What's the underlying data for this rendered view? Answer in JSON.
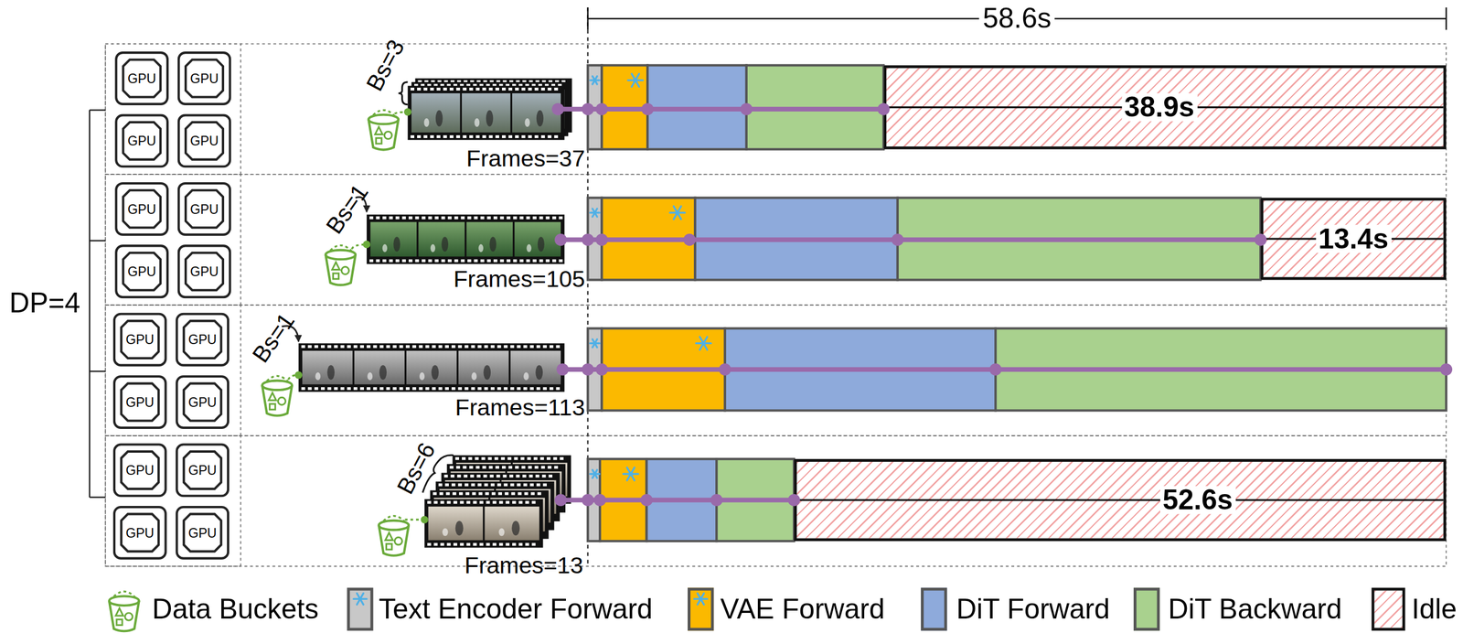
{
  "diagram": {
    "nodes": [
      {
        "text": [
          "GPU"
        ]
      },
      {
        "text": [
          "GPU"
        ]
      },
      {
        "text": [
          "GPU"
        ]
      },
      {
        "text": [
          "GPU"
        ]
      },
      {
        "text": [
          "38.9s"
        ]
      },
      {
        "text": [
          "GPU"
        ]
      },
      {
        "text": [
          "GPU"
        ]
      },
      {
        "text": [
          "GPU"
        ]
      },
      {
        "text": [
          "GPU"
        ]
      },
      {
        "text": [
          "13.4s"
        ]
      },
      {
        "text": [
          "GPU"
        ]
      },
      {
        "text": [
          "GPU"
        ]
      },
      {
        "text": [
          "GPU"
        ]
      },
      {
        "text": [
          "GPU"
        ]
      },
      {
        "text": [
          "GPU"
        ]
      },
      {
        "text": [
          "GPU"
        ]
      },
      {
        "text": [
          "GPU"
        ]
      },
      {
        "text": [
          "GPU"
        ]
      },
      {
        "text": [
          "52.6s"
        ]
      }
    ],
    "labels": [
      "58.6s",
      "DP=4",
      "Bs=3",
      "Frames=37",
      "Bs=1",
      "Frames=105",
      "Bs=1",
      "Frames=113",
      "Bs=6",
      "Frames=13"
    ],
    "legend": [
      {
        "text": "Data Buckets"
      },
      {
        "text": "Text Encoder Forward",
        "color": "#c8c8c8"
      },
      {
        "text": "VAE Forward",
        "color": "#fbb900"
      },
      {
        "text": "DiT Forward",
        "color": "#8eaadb"
      },
      {
        "text": "DiT Backward",
        "color": "#a9d18e"
      },
      {
        "text": "Idle"
      }
    ]
  }
}
